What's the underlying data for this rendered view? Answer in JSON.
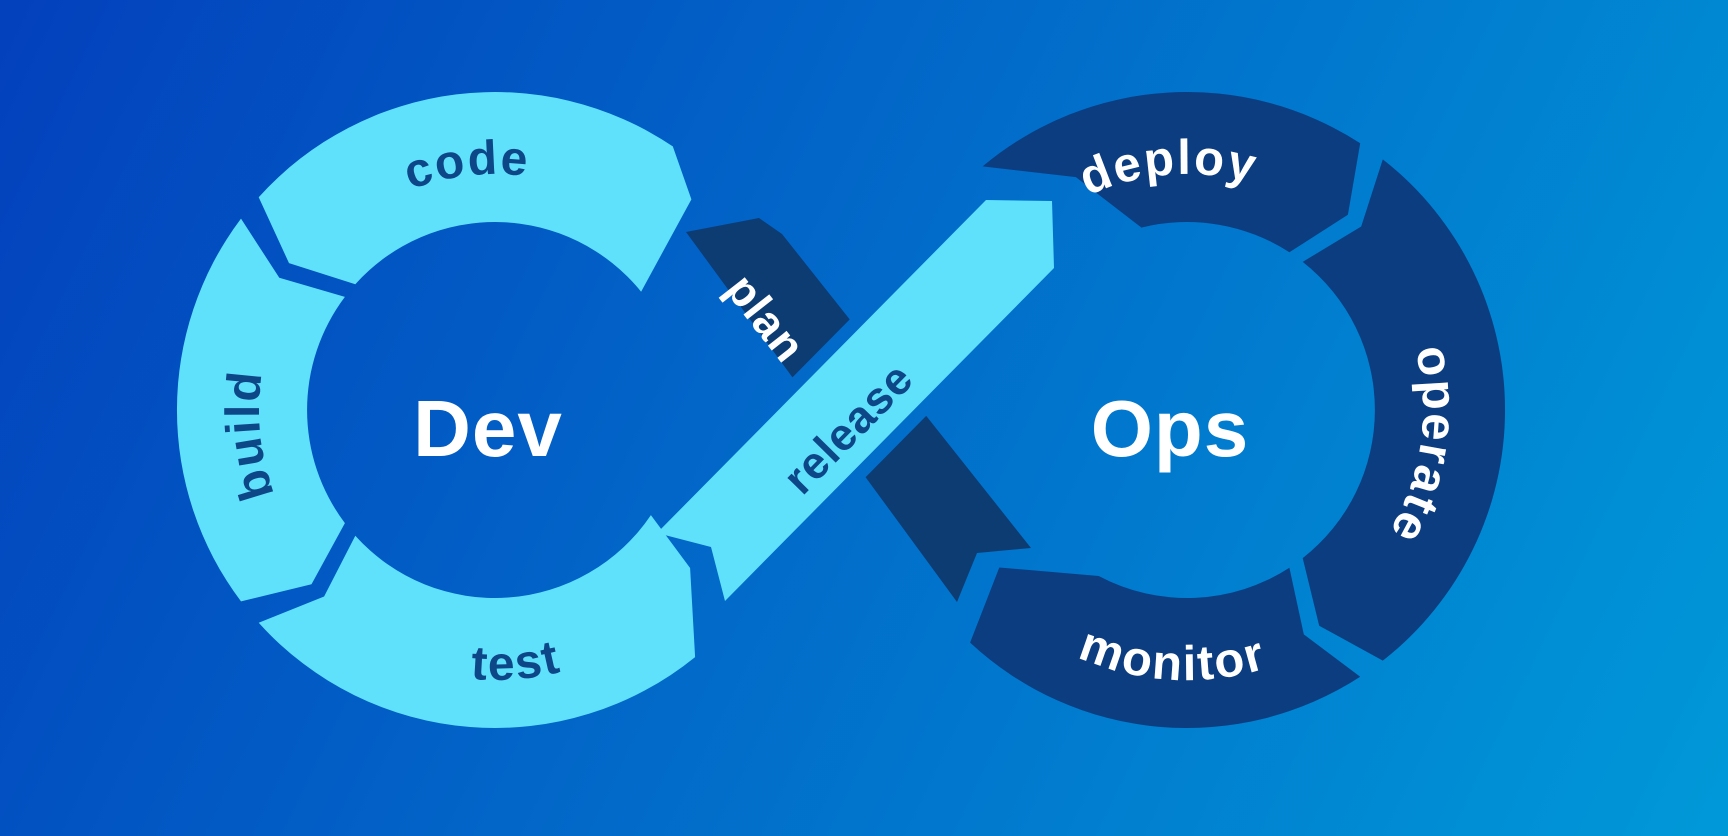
{
  "diagram": {
    "name": "devops-infinity-loop",
    "left_loop": {
      "center_label": "Dev",
      "stages": [
        {
          "id": "code",
          "label": "code"
        },
        {
          "id": "build",
          "label": "build"
        },
        {
          "id": "test",
          "label": "test"
        }
      ]
    },
    "right_loop": {
      "center_label": "Ops",
      "stages": [
        {
          "id": "deploy",
          "label": "deploy"
        },
        {
          "id": "operate",
          "label": "operate"
        },
        {
          "id": "monitor",
          "label": "monitor"
        }
      ]
    },
    "crossing": {
      "plan_label": "plan",
      "release_label": "release"
    }
  },
  "colors": {
    "background_start": "#0340BC",
    "background_end": "#0099D8",
    "dev_loop": "#5FE1FB",
    "ops_loop": "#0B3D80",
    "plan_band": "#0D3C72",
    "navy_text": "#0D4788",
    "white_text": "#FFFFFF"
  }
}
